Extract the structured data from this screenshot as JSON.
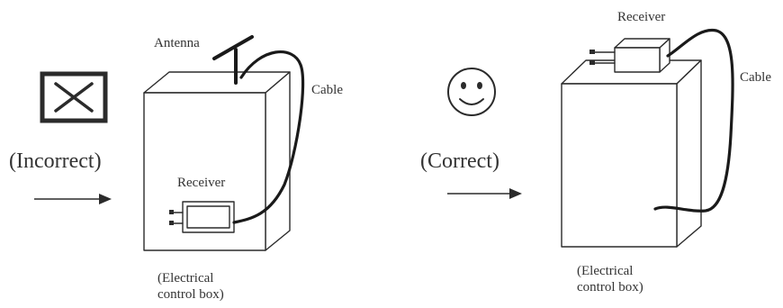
{
  "incorrect": {
    "label": "(Incorrect)",
    "antenna_label": "Antenna",
    "cable_label": "Cable",
    "receiver_label": "Receiver",
    "box_label_line1": "(Electrical",
    "box_label_line2": "control box)",
    "mark_icon": "x-box-icon"
  },
  "correct": {
    "label": "(Correct)",
    "receiver_label": "Receiver",
    "cable_label": "Cable",
    "box_label_line1": "(Electrical",
    "box_label_line2": "control box)",
    "mark_icon": "smiley-icon"
  },
  "colors": {
    "ink": "#2b2b2b",
    "text": "#333333",
    "background": "#ffffff"
  }
}
